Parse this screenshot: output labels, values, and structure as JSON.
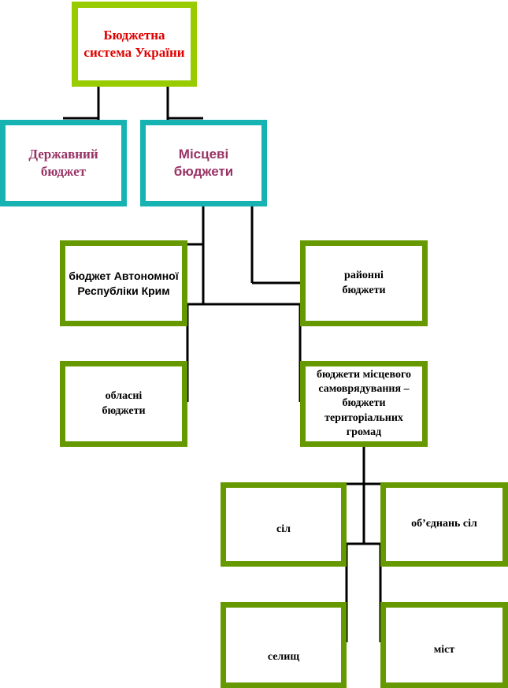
{
  "diagram": {
    "root": "Бюджетна\nсистема України",
    "state_budget": "Державний\nбюджет",
    "local_budgets": "Місцеві\nбюджети",
    "crimea_budget": "бюджет Автономної\nРеспубліки Крим",
    "district_budgets": "районні\nбюджети",
    "oblast_budgets": "обласні\nбюджети",
    "self_government_budgets": "бюджети місцевого\nсамоврядування –\nбюджети\nтериторіальних\nгромад",
    "villages": "сіл",
    "united_villages": "об’єднань сіл",
    "settlements": "селищ",
    "cities": "міст"
  },
  "colors": {
    "root_border": "#99cc00",
    "tier1_border": "#17b3b3",
    "leaf_border": "#669900",
    "root_text": "#e00000",
    "tier1_text": "#993366",
    "connector": "#000000"
  }
}
